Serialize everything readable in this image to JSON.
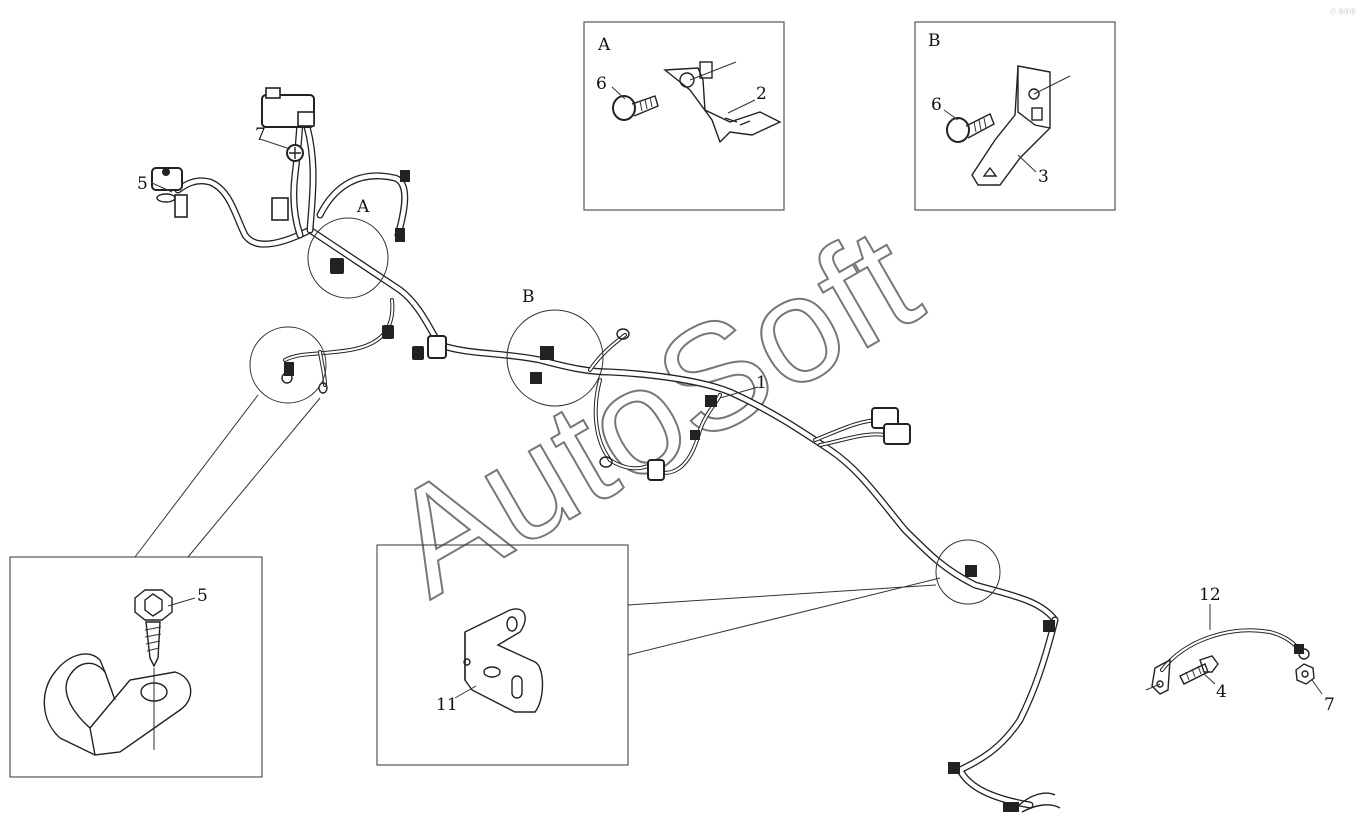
{
  "callouts": {
    "c1": "1",
    "c2": "2",
    "c3": "3",
    "c4": "4",
    "c5_main": "5",
    "c5_detail": "5",
    "c6_a": "6",
    "c6_b": "6",
    "c7_main": "7",
    "c7_right": "7",
    "c11": "11",
    "c12": "12"
  },
  "views": {
    "a_main": "A",
    "a_box": "A",
    "b_main": "B",
    "b_box": "B"
  },
  "watermark": "AutoSoft",
  "corner_mark": "ⓡ ⓢⓢⓢ"
}
